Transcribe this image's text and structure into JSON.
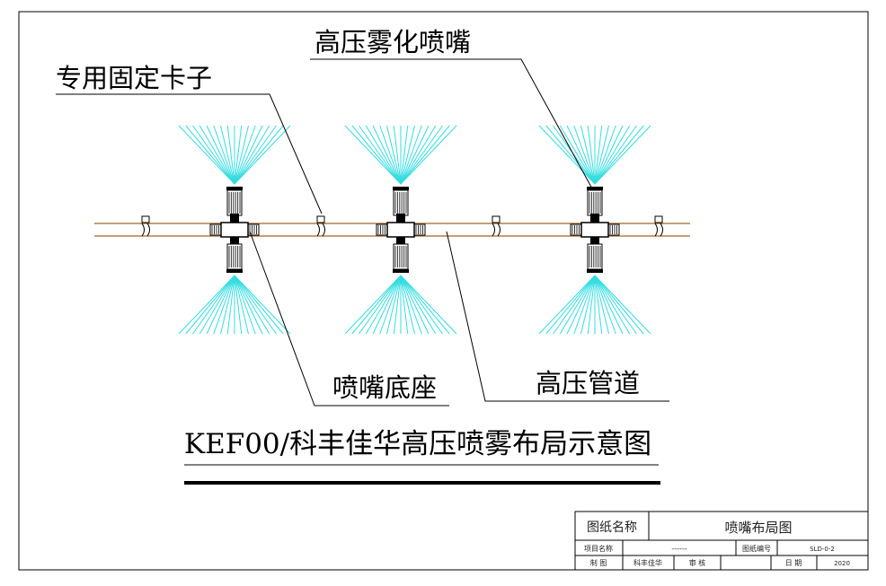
{
  "labels": {
    "clip": "专用固定卡子",
    "nozzle": "高压雾化喷嘴",
    "base": "喷嘴底座",
    "pipe": "高压管道"
  },
  "title": "KEF00/科丰佳华高压喷雾布局示意图",
  "title_block": {
    "drawing_name_label": "图纸名称",
    "drawing_name": "喷嘴布局图",
    "project_name_label": "项目名称",
    "project_name": "------",
    "drawing_no_label": "图纸编号",
    "drawing_no": "SLD-0-2",
    "drawn_by_label": "制 图",
    "drawn_by": "科丰佳华",
    "reviewed_label": "审 核",
    "reviewed_by": "",
    "date_label": "日 期",
    "date": "2020"
  },
  "colors": {
    "spray": "#33dde0",
    "pipe": "#a0662a",
    "line": "#000000"
  }
}
